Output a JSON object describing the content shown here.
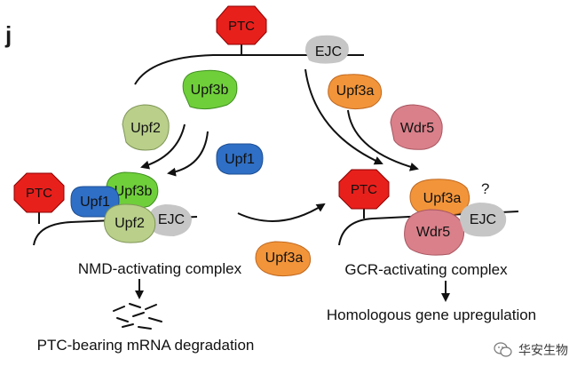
{
  "panel_label": "j",
  "top": {
    "ptc": "PTC",
    "ejc": "EJC"
  },
  "left_branch": {
    "upf3b": "Upf3b",
    "upf2": "Upf2",
    "upf1": "Upf1"
  },
  "right_branch": {
    "upf3a": "Upf3a",
    "wdr5": "Wdr5"
  },
  "nmd_complex": {
    "ptc": "PTC",
    "upf1": "Upf1",
    "upf3b": "Upf3b",
    "upf2": "Upf2",
    "ejc": "EJC",
    "caption": "NMD-activating complex",
    "outcome": "PTC-bearing mRNA degradation"
  },
  "middle": {
    "upf3a": "Upf3a"
  },
  "gcr_complex": {
    "ptc": "PTC",
    "upf3a": "Upf3a",
    "question": "?",
    "wdr5": "Wdr5",
    "ejc": "EJC",
    "caption": "GCR-activating complex",
    "outcome": "Homologous gene upregulation"
  },
  "watermark": "华安生物",
  "colors": {
    "ptc_red": "#e8201c",
    "upf3b_green": "#6fcf3a",
    "upf2_olive": "#b9cf8a",
    "upf1_blue": "#2f6fc6",
    "upf3a_orange": "#f2953a",
    "wdr5_pink": "#d9808a",
    "ejc_gray": "#c6c6c6"
  }
}
